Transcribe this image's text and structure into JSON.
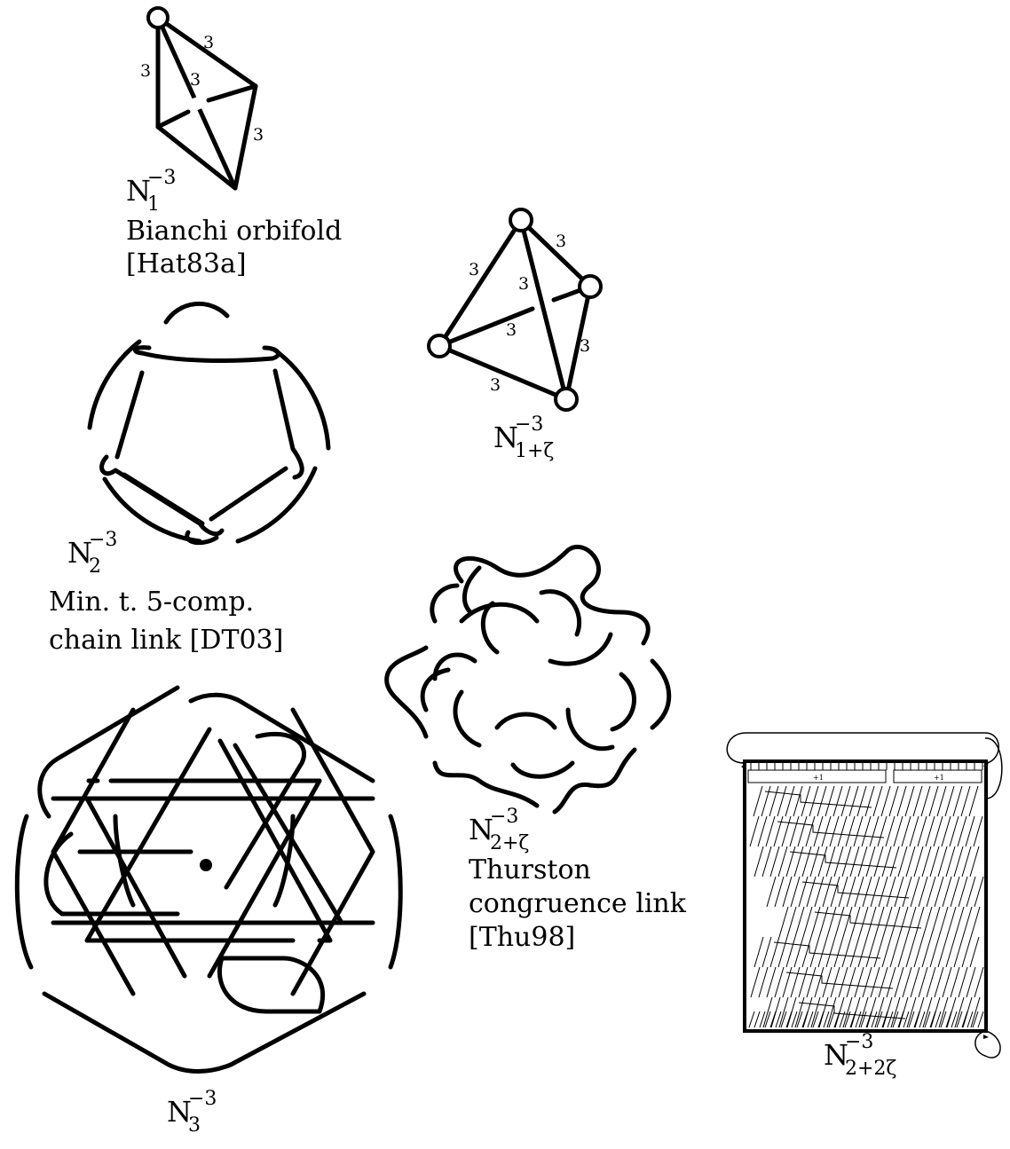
{
  "edge_label": "3",
  "box_label": "+1",
  "panels": {
    "n1": {
      "base": "N",
      "sup": "−3",
      "sub": "1",
      "caption": [
        "Bianchi orbifold",
        "[Hat83a]"
      ]
    },
    "n1z": {
      "base": "N",
      "sup": "−3",
      "sub": "1+ζ"
    },
    "n2": {
      "base": "N",
      "sup": "−3",
      "sub": "2",
      "caption": [
        "Min. t. 5-comp.",
        "chain link [DT03]"
      ]
    },
    "n2z": {
      "base": "N",
      "sup": "−3",
      "sub": "2+ζ",
      "caption": [
        "Thurston",
        "congruence link",
        "[Thu98]"
      ]
    },
    "n3": {
      "base": "N",
      "sup": "−3",
      "sub": "3"
    },
    "n22z": {
      "base": "N",
      "sup": "−3",
      "sub": "2+2ζ"
    }
  }
}
